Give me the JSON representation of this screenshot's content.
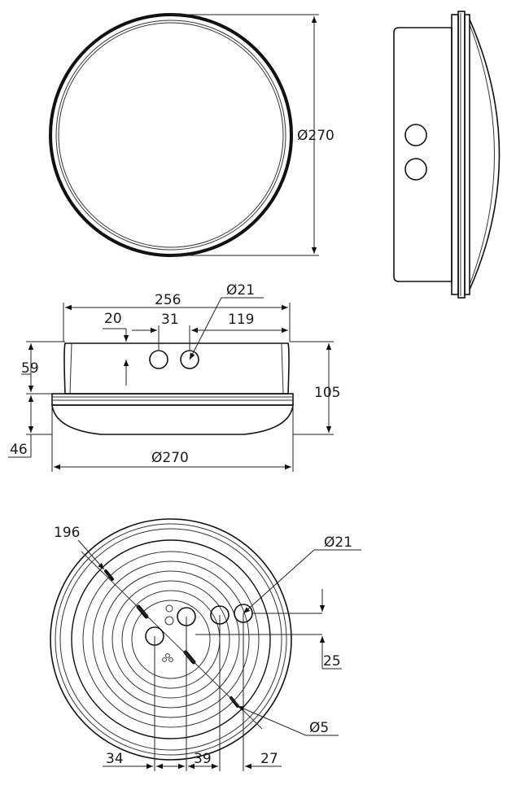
{
  "views": {
    "front": {
      "diameter_label": "Ø270"
    },
    "side": {
      "hole_count": 2
    },
    "elevation": {
      "width_top_label": "256",
      "hole_diameter_label": "Ø21",
      "offset_left_label": "20",
      "hole_spacing_label": "31",
      "offset_right_label": "119",
      "upper_height_label": "59",
      "total_height_label": "105",
      "lower_height_label": "46",
      "base_diameter_label": "Ø270"
    },
    "bottom": {
      "pitch_label": "196",
      "hole_diameter_label": "Ø21",
      "vertical_offset_label": "25",
      "small_hole_label": "Ø5",
      "dim_a_label": "34",
      "dim_b_label": "39",
      "dim_c_label": "27"
    }
  },
  "colors": {
    "line": "#111111",
    "background": "#ffffff"
  }
}
